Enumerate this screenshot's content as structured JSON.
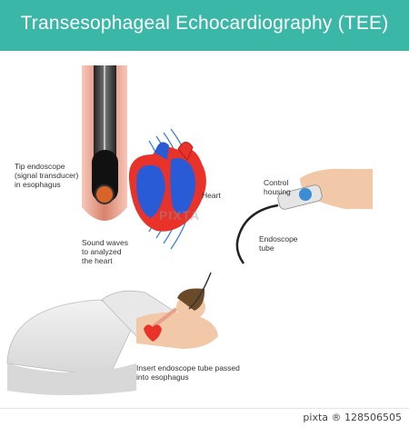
{
  "title": "Transesophageal Echocardiography (TEE)",
  "labels": {
    "tip_endoscope": "Tip endoscope\n(signal transducer)\nin esophagus",
    "heart": "Heart",
    "control_housing": "Control\nhousing",
    "endoscope_tube": "Endoscope\ntube",
    "sound_waves": "Sound waves\nto analyzed\nthe heart",
    "insert_tube": "Insert endoscope tube passed\ninto esophagus"
  },
  "watermark": "PIXTA",
  "footer": {
    "stock_id": "pixta ® 128506505"
  },
  "colors": {
    "banner": "#3bb7a8",
    "heart_red": "#e8322a",
    "heart_blue": "#2a5bd7",
    "esophagus": "#e8a08a",
    "skin": "#f2c9a8"
  }
}
